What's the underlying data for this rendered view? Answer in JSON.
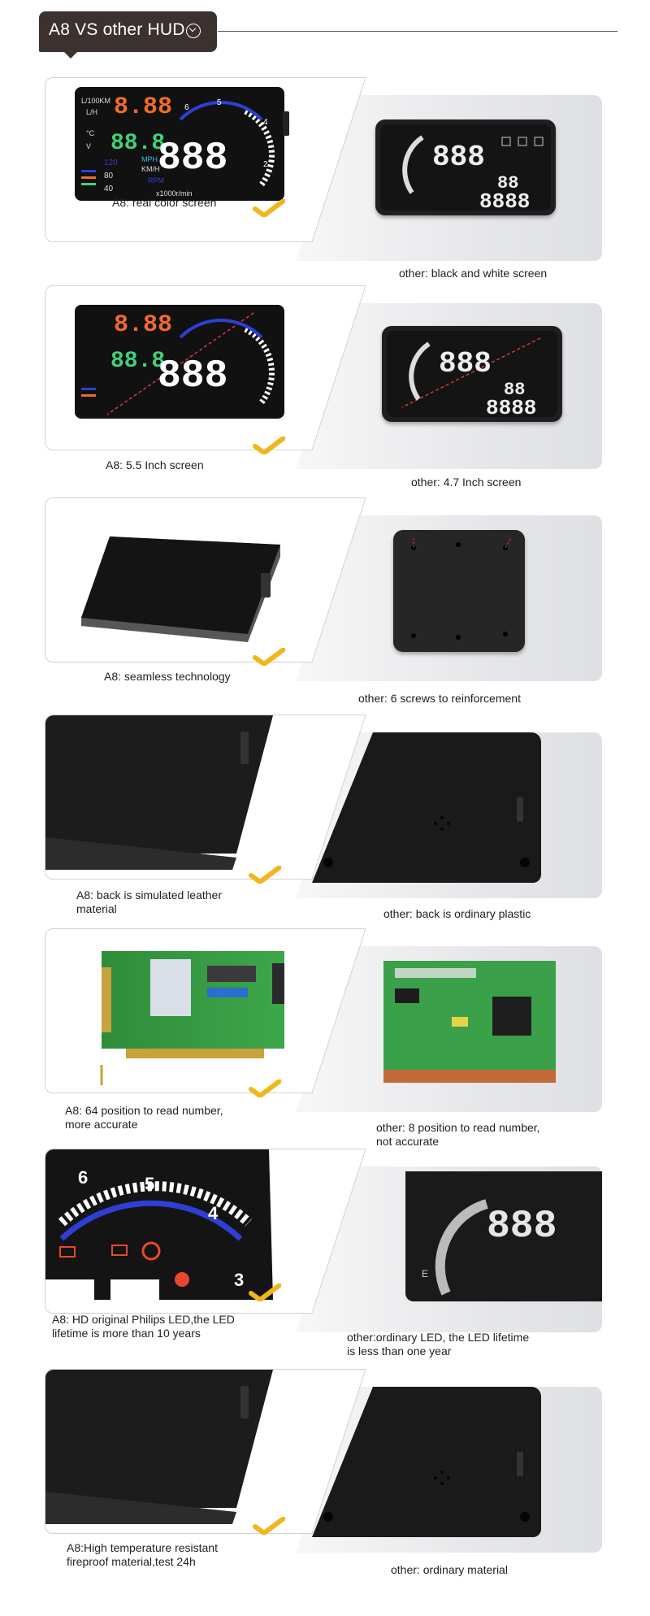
{
  "header": {
    "title": "A8 VS other HUD"
  },
  "rows": [
    {
      "a8_caption": "A8: real color screen",
      "other_caption": "other: black and white screen"
    },
    {
      "a8_caption": "A8: 5.5 Inch screen",
      "other_caption": "other: 4.7 Inch screen"
    },
    {
      "a8_caption": "A8: seamless technology",
      "other_caption": "other: 6 screws to reinforcement"
    },
    {
      "a8_caption": "A8: back is simulated leather\nmaterial",
      "other_caption": "other: back is ordinary plastic"
    },
    {
      "a8_caption": "A8: 64 position to read number,\nmore accurate",
      "other_caption": "other: 8 position to read number,\nnot accurate"
    },
    {
      "a8_caption": "A8: HD original Philips LED,the LED\nlifetime is more than 10 years",
      "other_caption": "other:ordinary LED, the LED lifetime\nis less than one year"
    },
    {
      "a8_caption": "A8:High temperature resistant\nfireproof material,test 24h",
      "other_caption": "other: ordinary material"
    }
  ],
  "hud_display": {
    "a8_digits": "888",
    "a8_small_digits": "8.88",
    "a8_units": [
      "MPH",
      "KM/H",
      "RPM",
      "x1000r/min"
    ],
    "a8_side_labels": [
      "L/100KM",
      "L/H",
      "V",
      "120",
      "80",
      "40"
    ],
    "other_digits": "888",
    "other_small_digits": "88",
    "other_bottom_digits": "8888",
    "gauge_numbers": [
      "6",
      "5",
      "4",
      "3"
    ]
  },
  "colors": {
    "header_bg": "#3b3230",
    "check": "#f2b51c",
    "accent_blue": "#2f3fd6",
    "orange": "#f26b2a",
    "green": "#3fd37a",
    "cyan": "#27c6e6"
  },
  "icons": [
    "checkmark-icon",
    "chevron-down-icon"
  ]
}
